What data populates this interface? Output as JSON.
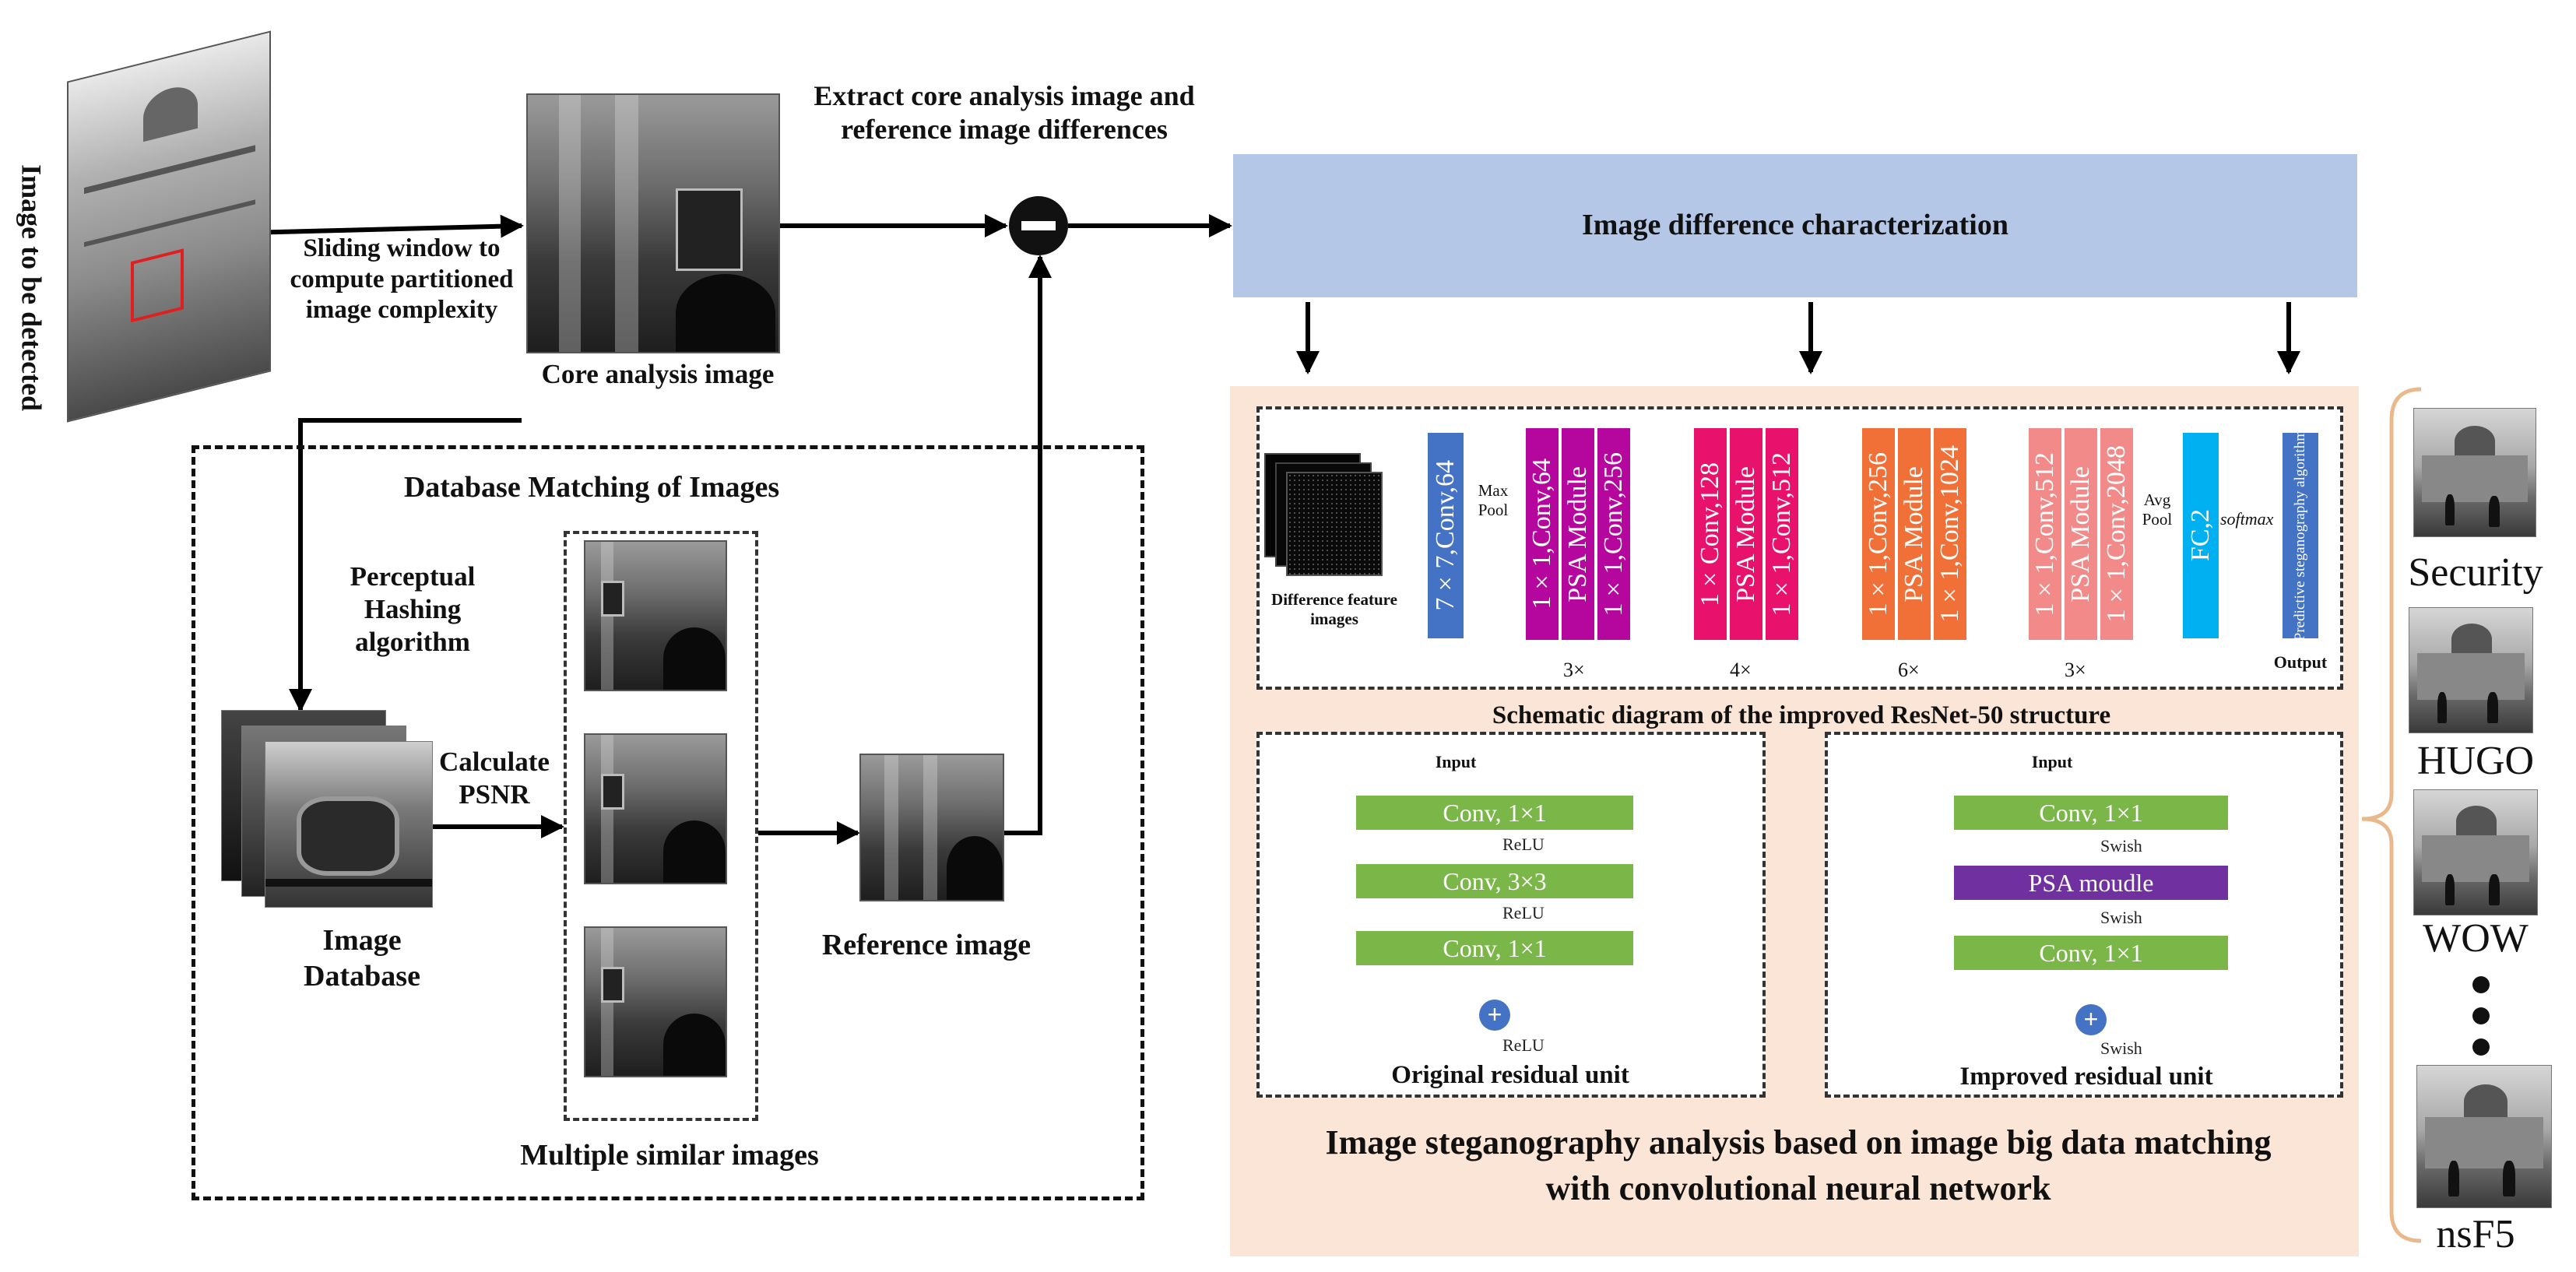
{
  "left": {
    "input_image_label": "Image to be detected",
    "sliding_window_label": "Sliding window to compute partitioned image complexity",
    "core_image_label": "Core analysis image",
    "extract_label": "Extract core analysis image and reference image differences",
    "db_box_title": "Database Matching of Images",
    "perceptual_label": "Perceptual Hashing algorithm",
    "psnr_label": "Calculate PSNR",
    "database_label": "Image Database",
    "similar_label": "Multiple similar images",
    "reference_label": "Reference image"
  },
  "right": {
    "characterization_label": "Image difference characterization",
    "resnet_caption": "Schematic diagram of the improved ResNet-50 structure",
    "diff_feature_label": "Difference feature images",
    "conv7": "7×7,Conv,64",
    "maxpool": "Max Pool",
    "stages": [
      {
        "conv_a": "1×1,Conv,64",
        "psa": "PSA Module",
        "conv_b": "1×1,Conv,256",
        "repeat": "3×",
        "color": "#b5079e"
      },
      {
        "conv_a": "1×Conv,128",
        "psa": "PSA Module",
        "conv_b": "1×1,Conv,512",
        "repeat": "4×",
        "color": "#e8116c"
      },
      {
        "conv_a": "1×1,Conv,256",
        "psa": "PSA Module",
        "conv_b": "1×1,Conv,1024",
        "repeat": "6×",
        "color": "#f07038"
      },
      {
        "conv_a": "1×1,Conv,512",
        "psa": "PSA Module",
        "conv_b": "1×1,Conv,2048",
        "repeat": "3×",
        "color": "#f28a8a"
      }
    ],
    "avgpool": "Avg Pool",
    "fc": "FC,2",
    "softmax": "softmax",
    "predictive": "Predictive steganography algorithm",
    "output": "Output",
    "original_unit": {
      "input": "Input",
      "box1": "Conv, 1×1",
      "act1": "ReLU",
      "box2": "Conv, 3×3",
      "act2": "ReLU",
      "box3": "Conv, 1×1",
      "act3": "ReLU",
      "caption": "Original residual unit"
    },
    "improved_unit": {
      "input": "Input",
      "box1": "Conv, 1×1",
      "act1": "Swish",
      "box2": "PSA moudle",
      "act2": "Swish",
      "box3": "Conv, 1×1",
      "act3": "Swish",
      "caption": "Improved residual unit"
    },
    "panel_title": "Image steganography analysis based on image big data matching with convolutional neural network"
  },
  "side": {
    "labels": [
      "Security",
      "HUGO",
      "WOW",
      "nsF5"
    ]
  },
  "colors": {
    "characterization_bg": "#b4c7e7",
    "panel_bg": "#fbe5d6",
    "conv7": "#4472c4",
    "fc": "#00b0f0",
    "predictive": "#4472c4",
    "green": "#7ab648",
    "purple": "#7030a0",
    "arrow_blue": "#2e75b6"
  }
}
